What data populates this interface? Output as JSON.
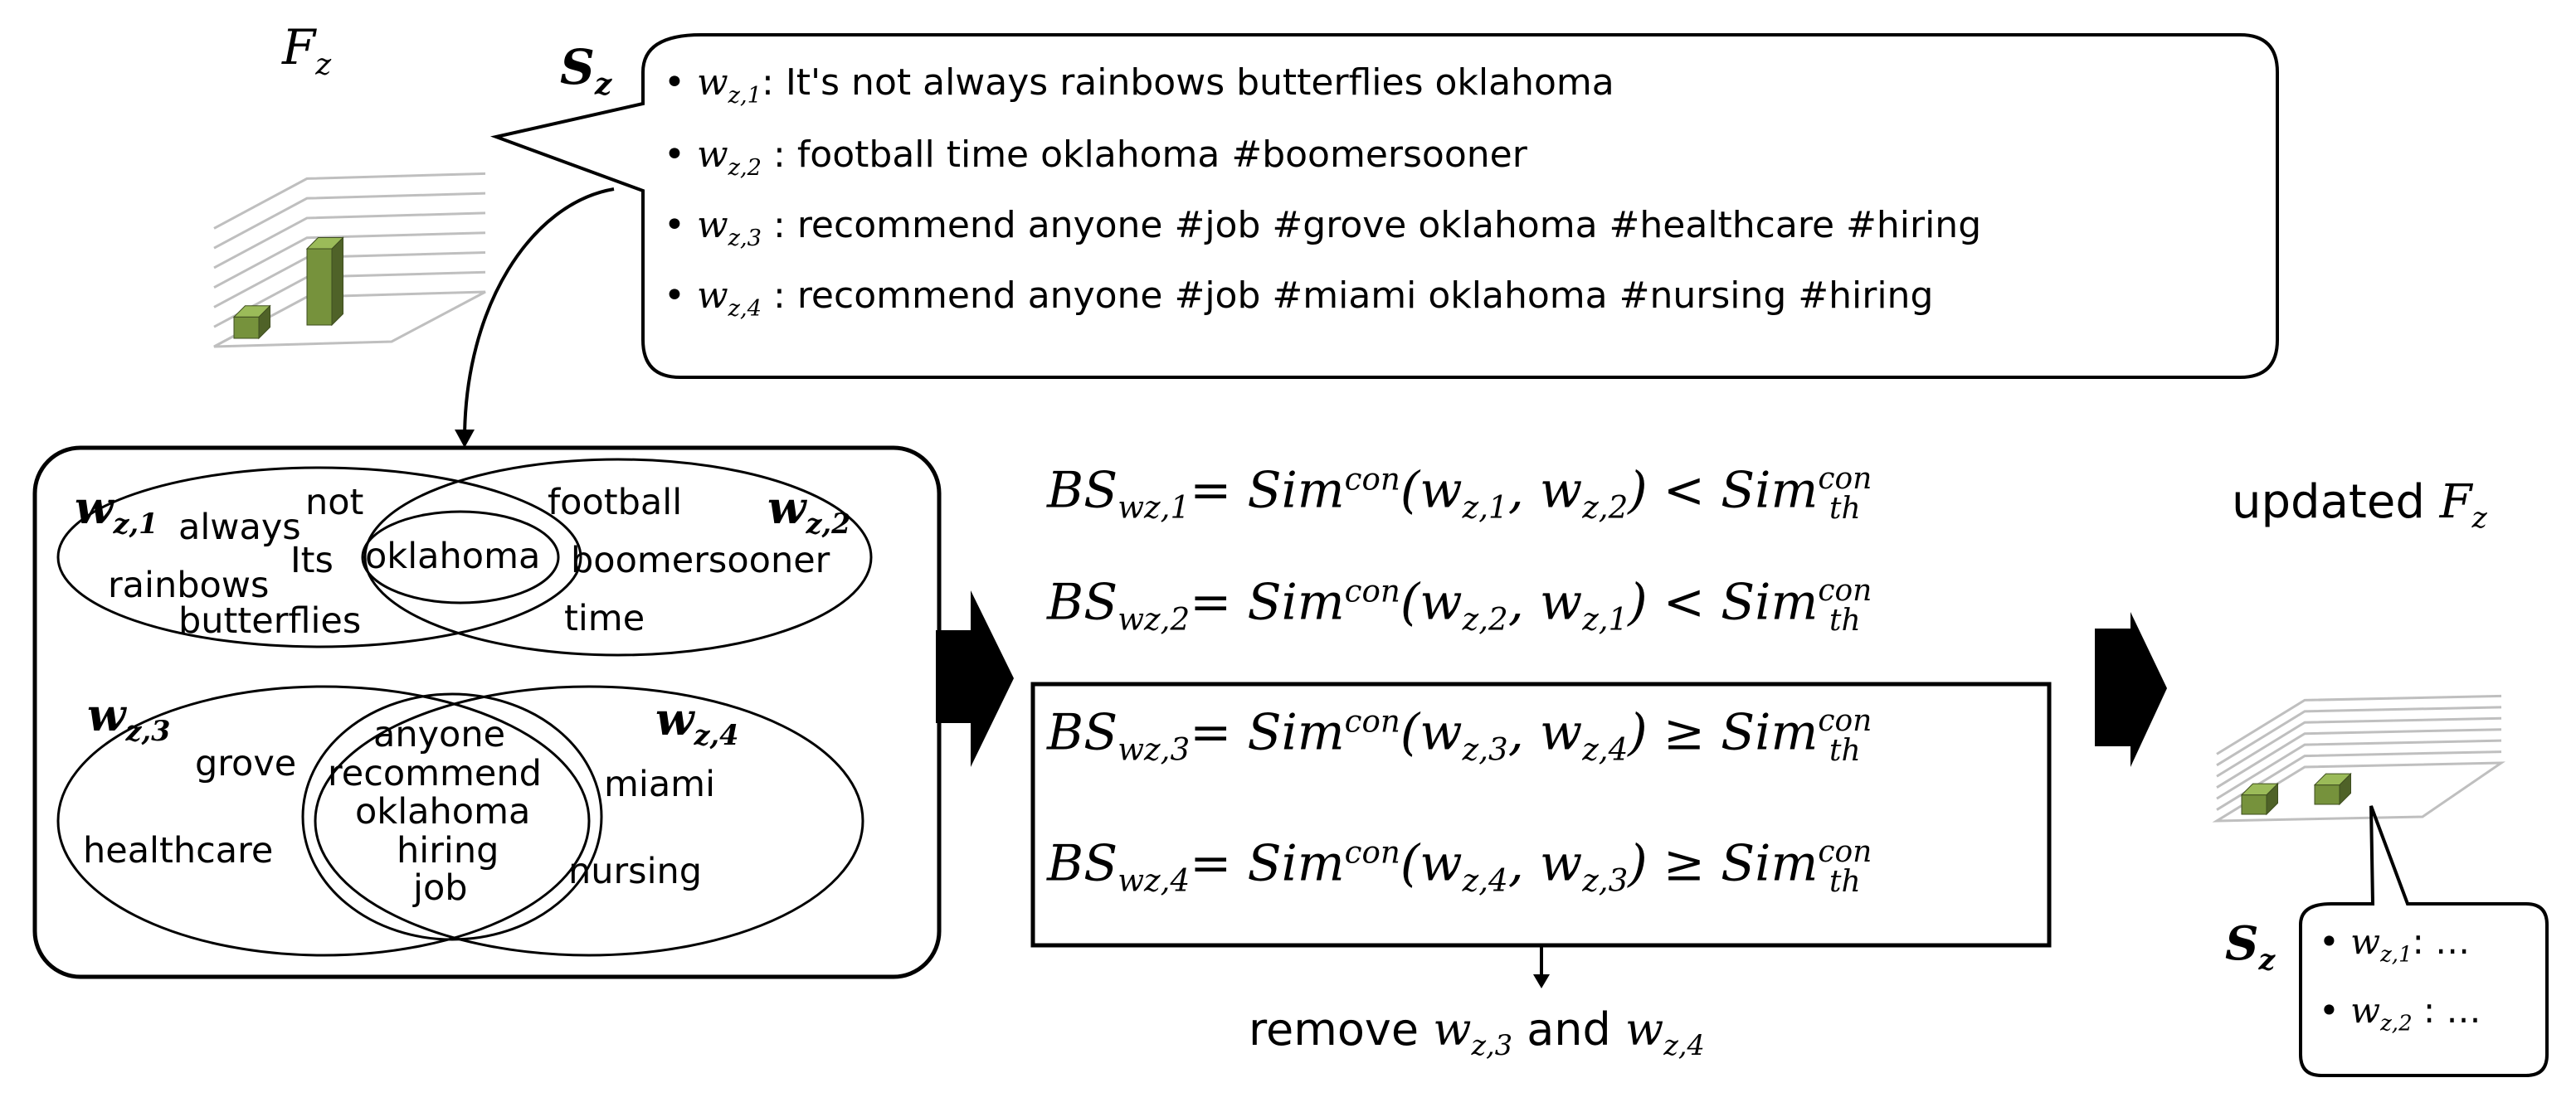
{
  "top_chart": {
    "title_main": "F",
    "title_sub": "z",
    "bars": [
      0.28,
      1.0
    ]
  },
  "updated_chart": {
    "title_prefix": "updated ",
    "title_main": "F",
    "title_sub": "z",
    "bars": [
      0.45,
      0.45
    ]
  },
  "callout_top": {
    "label_main": "S",
    "label_sub": "z",
    "items": [
      {
        "bullet": "•",
        "var": "w",
        "sub": "z,1",
        "text": ": It's not always rainbows butterflies oklahoma"
      },
      {
        "bullet": "•",
        "var": "w",
        "sub": "z,2",
        "text": " : football time oklahoma #boomersooner"
      },
      {
        "bullet": "•",
        "var": "w",
        "sub": "z,3",
        "text": " : recommend anyone #job #grove oklahoma #healthcare #hiring"
      },
      {
        "bullet": "•",
        "var": "w",
        "sub": "z,4",
        "text": " : recommend anyone #job #miami oklahoma #nursing #hiring"
      }
    ]
  },
  "callout_bottom": {
    "label_main": "S",
    "label_sub": "z",
    "items": [
      {
        "bullet": "•",
        "var": "w",
        "sub": "z,1",
        "text": ": …"
      },
      {
        "bullet": "•",
        "var": "w",
        "sub": "z,2",
        "text": " : …"
      }
    ]
  },
  "venn": {
    "labels": [
      {
        "main": "w",
        "sub": "z,1"
      },
      {
        "main": "w",
        "sub": "z,2"
      },
      {
        "main": "w",
        "sub": "z,3"
      },
      {
        "main": "w",
        "sub": "z,4"
      }
    ],
    "top_words": [
      "not",
      "always",
      "Its",
      "rainbows",
      "butterflies",
      "oklahoma",
      "football",
      "boomersooner",
      "time"
    ],
    "bottom_words": [
      "grove",
      "healthcare",
      "anyone",
      "recommend",
      "oklahoma",
      "hiring",
      "job",
      "miami",
      "nursing"
    ]
  },
  "equations": [
    {
      "lhs": "BS",
      "lhs_var": "w",
      "lhs_sub": "z,1",
      "eq": "=",
      "sim": "Sim",
      "sim_sup": "con",
      "lp": "(",
      "a": "w",
      "a_sub": "z,1",
      "comma": ",",
      "b": "w",
      "b_sub": "z,2",
      "rp": ")",
      "op": "<",
      "th_sim": "Sim",
      "th_sup": "con",
      "th_sub": "th"
    },
    {
      "lhs": "BS",
      "lhs_var": "w",
      "lhs_sub": "z,2",
      "eq": "=",
      "sim": "Sim",
      "sim_sup": "con",
      "lp": "(",
      "a": "w",
      "a_sub": "z,2",
      "comma": ",",
      "b": "w",
      "b_sub": "z,1",
      "rp": ")",
      "op": "<",
      "th_sim": "Sim",
      "th_sup": "con",
      "th_sub": "th"
    },
    {
      "lhs": "BS",
      "lhs_var": "w",
      "lhs_sub": "z,3",
      "eq": "=",
      "sim": "Sim",
      "sim_sup": "con",
      "lp": "(",
      "a": "w",
      "a_sub": "z,3",
      "comma": ",",
      "b": "w",
      "b_sub": "z,4",
      "rp": ")",
      "op": "≥",
      "th_sim": "Sim",
      "th_sup": "con",
      "th_sub": "th"
    },
    {
      "lhs": "BS",
      "lhs_var": "w",
      "lhs_sub": "z,4",
      "eq": "=",
      "sim": "Sim",
      "sim_sup": "con",
      "lp": "(",
      "a": "w",
      "a_sub": "z,4",
      "comma": ",",
      "b": "w",
      "b_sub": "z,3",
      "rp": ")",
      "op": "≥",
      "th_sim": "Sim",
      "th_sup": "con",
      "th_sub": "th"
    }
  ],
  "remove_text": {
    "prefix": "remove ",
    "a": "w",
    "a_sub": "z,3",
    "middle": " and ",
    "b": "w",
    "b_sub": "z,4"
  },
  "colors": {
    "bar_front": "#76923c",
    "bar_side": "#4f6228",
    "bar_top": "#9bbb59",
    "grid": "#bfbfbf",
    "stroke": "#000000"
  }
}
